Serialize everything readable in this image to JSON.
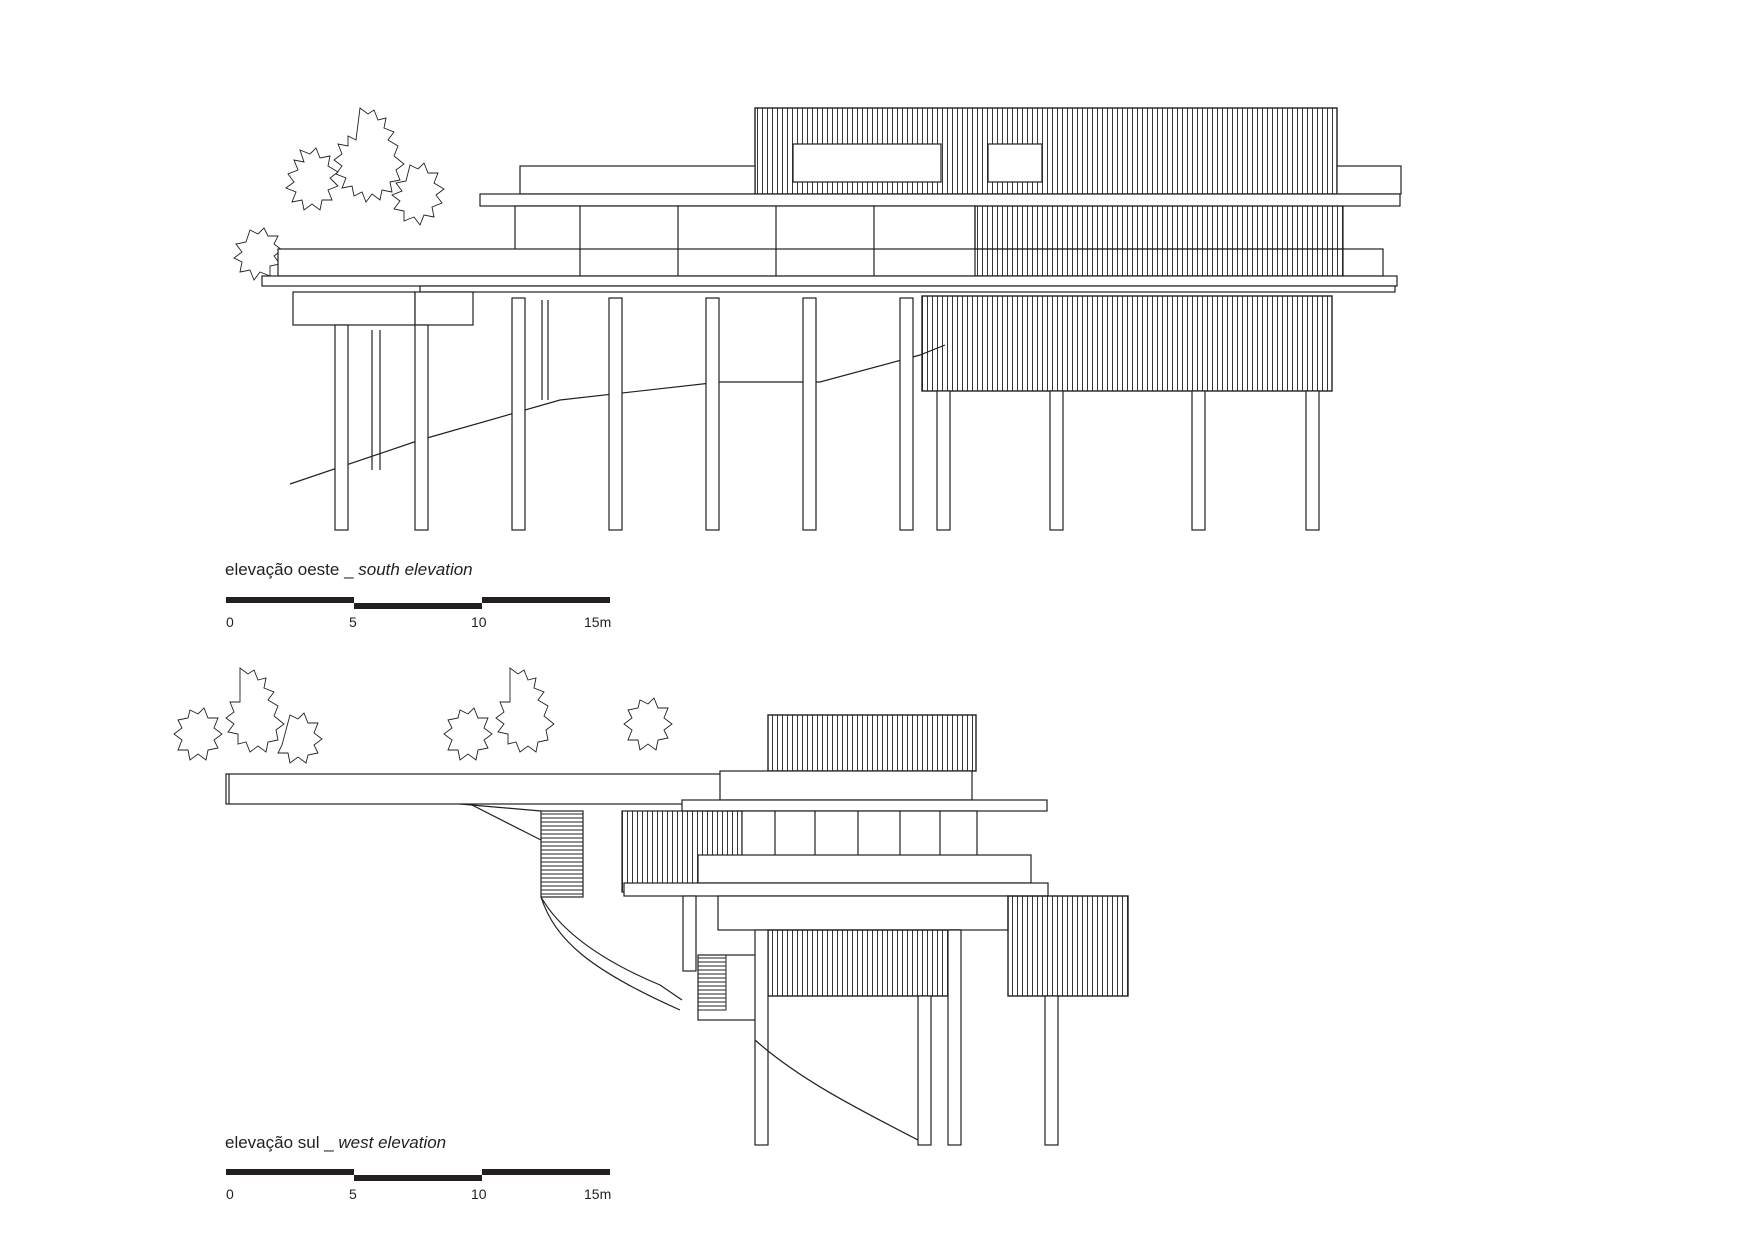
{
  "drawings": [
    {
      "caption": "elevação oeste _ ",
      "caption_italic": "south elevation",
      "scale_ticks": [
        "0",
        "5",
        "10",
        "15m"
      ]
    },
    {
      "caption": "elevação sul _ ",
      "caption_italic": "west elevation",
      "scale_ticks": [
        "0",
        "5",
        "10",
        "15m"
      ]
    }
  ],
  "colors": {
    "ink": "#231f20",
    "paper": "#ffffff"
  }
}
